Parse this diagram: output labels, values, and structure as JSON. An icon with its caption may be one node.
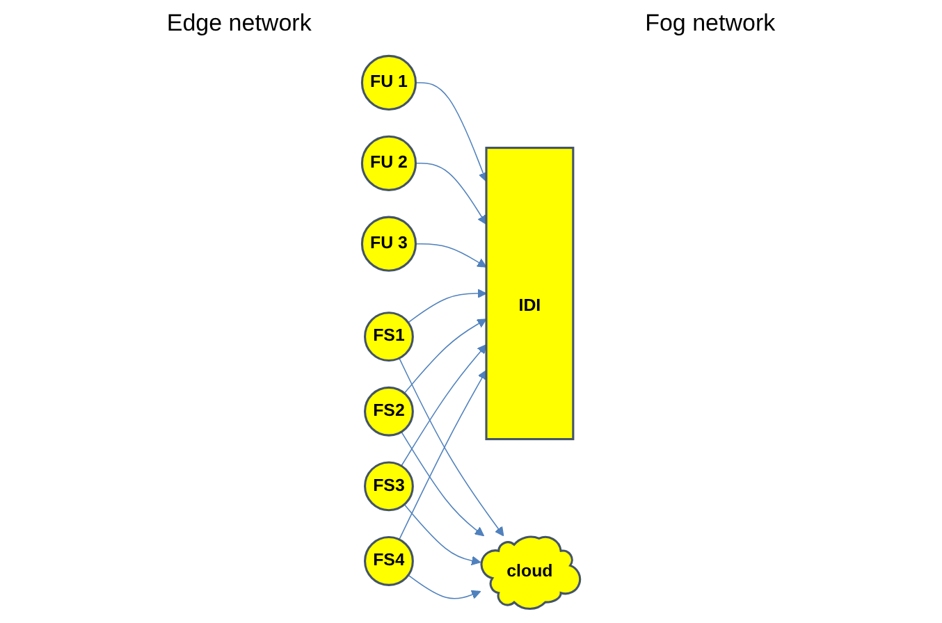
{
  "diagram": {
    "nodes": [
      {
        "text": [
          "FU 1"
        ]
      },
      {
        "text": [
          "FU 2"
        ]
      },
      {
        "text": [
          "FU 3"
        ]
      },
      {
        "text": [
          "IDI"
        ]
      },
      {
        "text": [
          "FS1"
        ]
      },
      {
        "text": [
          "FS2"
        ]
      },
      {
        "text": [
          "FS3"
        ]
      },
      {
        "text": [
          "FS4"
        ]
      },
      {
        "text": [
          "cloud"
        ]
      }
    ],
    "edges": [
      {
        "from": 0,
        "to": 3,
        "arrow": "to"
      },
      {
        "from": 1,
        "to": 3,
        "arrow": "to"
      },
      {
        "from": 2,
        "to": 3,
        "arrow": "to"
      },
      {
        "from": 4,
        "to": 3,
        "arrow": "to"
      },
      {
        "from": 5,
        "to": 3,
        "arrow": "to"
      },
      {
        "from": 6,
        "to": 3,
        "arrow": "to"
      },
      {
        "from": 7,
        "to": 3,
        "arrow": "to"
      },
      {
        "from": 4,
        "to": 8,
        "arrow": "to"
      },
      {
        "from": 5,
        "to": 8,
        "arrow": "to"
      },
      {
        "from": 6,
        "to": 8,
        "arrow": "to"
      },
      {
        "from": 7,
        "to": 8,
        "arrow": "to"
      }
    ],
    "labels": [
      "Edge network",
      "Fog network"
    ]
  }
}
